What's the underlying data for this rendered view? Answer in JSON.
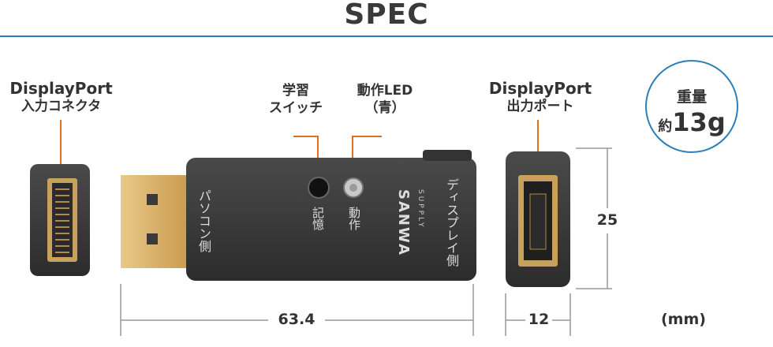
{
  "header": {
    "title": "SPEC"
  },
  "labels": {
    "dp_in_line1": "DisplayPort",
    "dp_in_line2": "入力コネクタ",
    "learn_line1": "学習",
    "learn_line2": "スイッチ",
    "led_line1": "動作LED",
    "led_line2": "（青）",
    "dp_out_line1": "DisplayPort",
    "dp_out_line2": "出力ポート"
  },
  "device_print": {
    "pc_side": "パソコン側",
    "display_side": "ディスプレイ側",
    "memory": "記憶",
    "operation": "動作",
    "brand": "SANWA",
    "brand_sub": "SUPPLY"
  },
  "weight": {
    "label": "重量",
    "prefix": "約",
    "value": "13g"
  },
  "dimensions": {
    "length": "63.4",
    "depth": "12",
    "height": "25",
    "unit": "(mm)"
  },
  "colors": {
    "accent_blue": "#2c7fb8",
    "leader_orange": "#e07020",
    "device_body": "#3a3a3a"
  }
}
